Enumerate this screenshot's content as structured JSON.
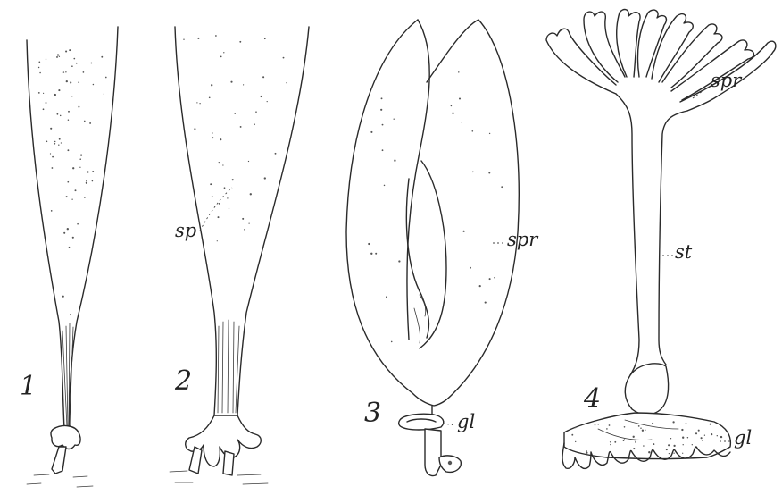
{
  "figures": [
    {
      "number": "1"
    },
    {
      "number": "2",
      "labels": [
        "sp"
      ]
    },
    {
      "number": "3",
      "labels": [
        "spr",
        "gl"
      ]
    },
    {
      "number": "4",
      "labels": [
        "spr",
        "st",
        "gl"
      ]
    }
  ]
}
